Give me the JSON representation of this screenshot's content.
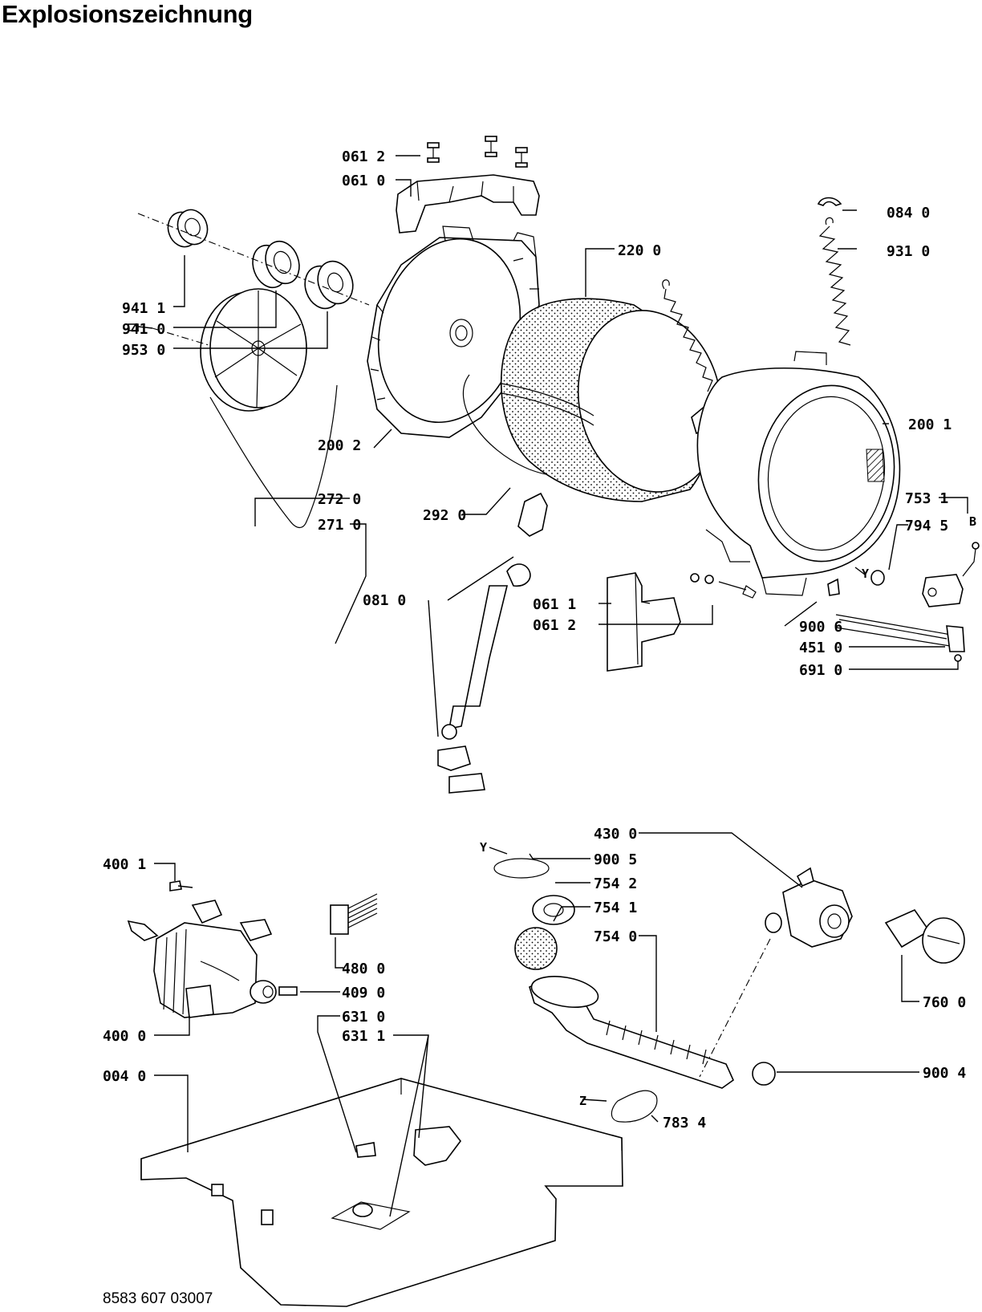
{
  "title": "Explosionszeichnung",
  "footer_code": "8583 607 03007",
  "labels": {
    "l0612a": "061 2",
    "l0610": "061 0",
    "l0840": "084 0",
    "l9310": "931 0",
    "l2200": "220 0",
    "l9411": "941 1",
    "l9410": "941 0",
    "l9530": "953 0",
    "l2002": "200 2",
    "l2001": "200 1",
    "l2720": "272 0",
    "l2710": "271 0",
    "l2920": "292 0",
    "l7531": "753 1",
    "l7945": "794 5",
    "lB": "B",
    "lY1": "Y",
    "l0810": "081 0",
    "l0611": "061 1",
    "l0612b": "061 2",
    "l9006": "900 6",
    "l4510": "451 0",
    "l6910": "691 0",
    "l4300": "430 0",
    "lY2": "Y",
    "l9005": "900 5",
    "l7542": "754 2",
    "l7541": "754 1",
    "l7540": "754 0",
    "l7600": "760 0",
    "l9004": "900 4",
    "lZ": "Z",
    "l7834": "783 4",
    "l4001": "400 1",
    "l4800": "480 0",
    "l4090": "409 0",
    "l4000": "400 0",
    "l6310": "631 0",
    "l6311": "631 1",
    "l0040": "004 0"
  }
}
